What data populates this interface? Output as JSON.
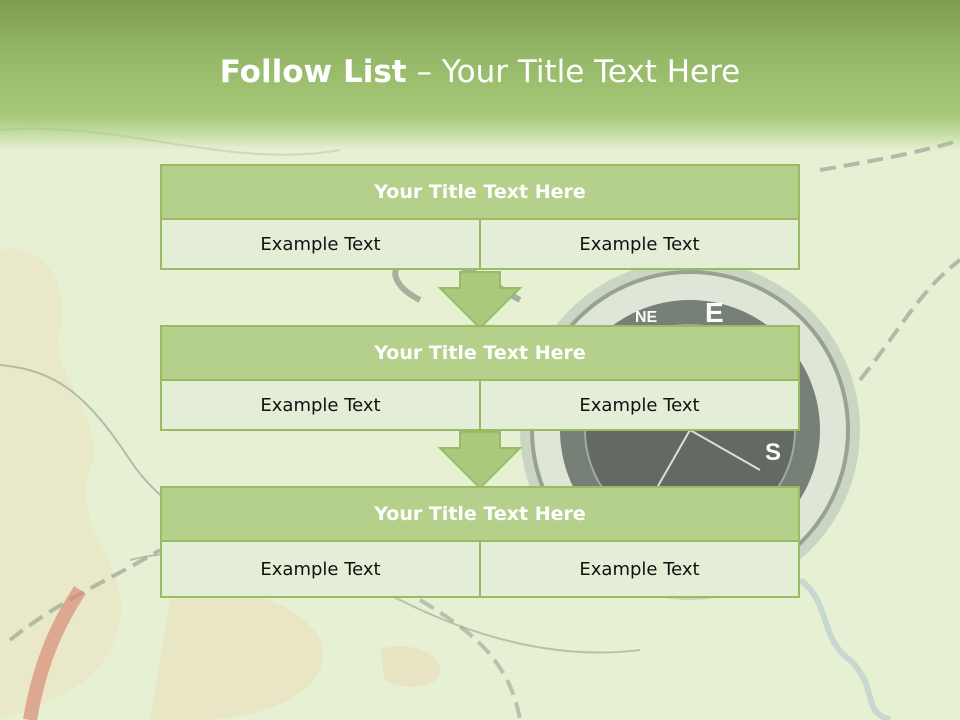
{
  "slide": {
    "title_bold": "Follow List",
    "title_rest": " – Your Title Text Here"
  },
  "blocks": [
    {
      "title": "Your Title Text Here",
      "left": "Example Text",
      "right": "Example Text"
    },
    {
      "title": "Your Title Text Here",
      "left": "Example Text",
      "right": "Example Text"
    },
    {
      "title": "Your Title Text Here",
      "left": "Example Text",
      "right": "Example Text"
    }
  ],
  "colors": {
    "header_green": "#93b766",
    "block_header_fill": "#b5d08b",
    "block_border": "#98bb63",
    "cell_fill": "#e4eed6",
    "arrow_fill": "#a9c97c"
  },
  "icons": [
    "compass-image",
    "map-background",
    "down-arrow-icon"
  ]
}
